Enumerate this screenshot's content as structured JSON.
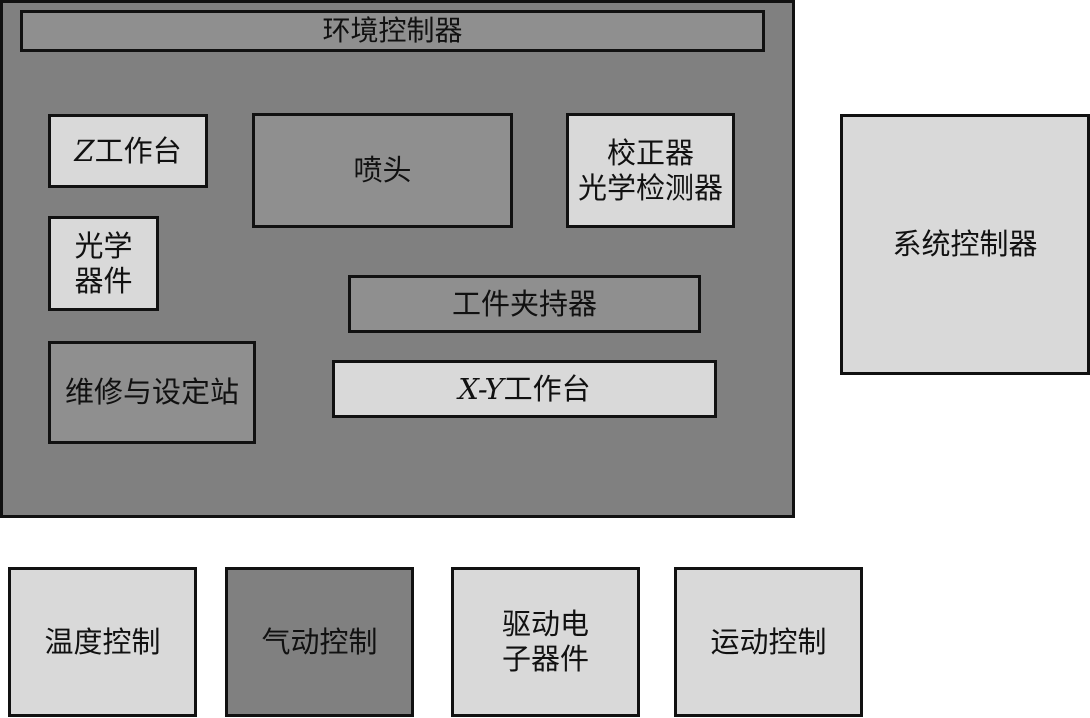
{
  "environment": {
    "title": "环境控制器",
    "modules": {
      "z_stage": {
        "prefix": "Z",
        "suffix": "工作台"
      },
      "nozzle": "喷头",
      "calibrator": "校正器\n光学检测器",
      "optics": "光学\n器件",
      "gripper": "工件夹持器",
      "maintenance": "维修与设定站",
      "xy_stage": {
        "prefix": "X-Y",
        "suffix": "工作台"
      }
    }
  },
  "system_controller": "系统控制器",
  "bottom_modules": {
    "temperature": "温度控制",
    "pneumatic": "气动控制",
    "drive": "驱动电\n子器件",
    "motion": "运动控制"
  },
  "colors": {
    "light": "#d9d9d9",
    "mid": "#8f8f8f",
    "dark": "#808080",
    "border": "#111111"
  }
}
